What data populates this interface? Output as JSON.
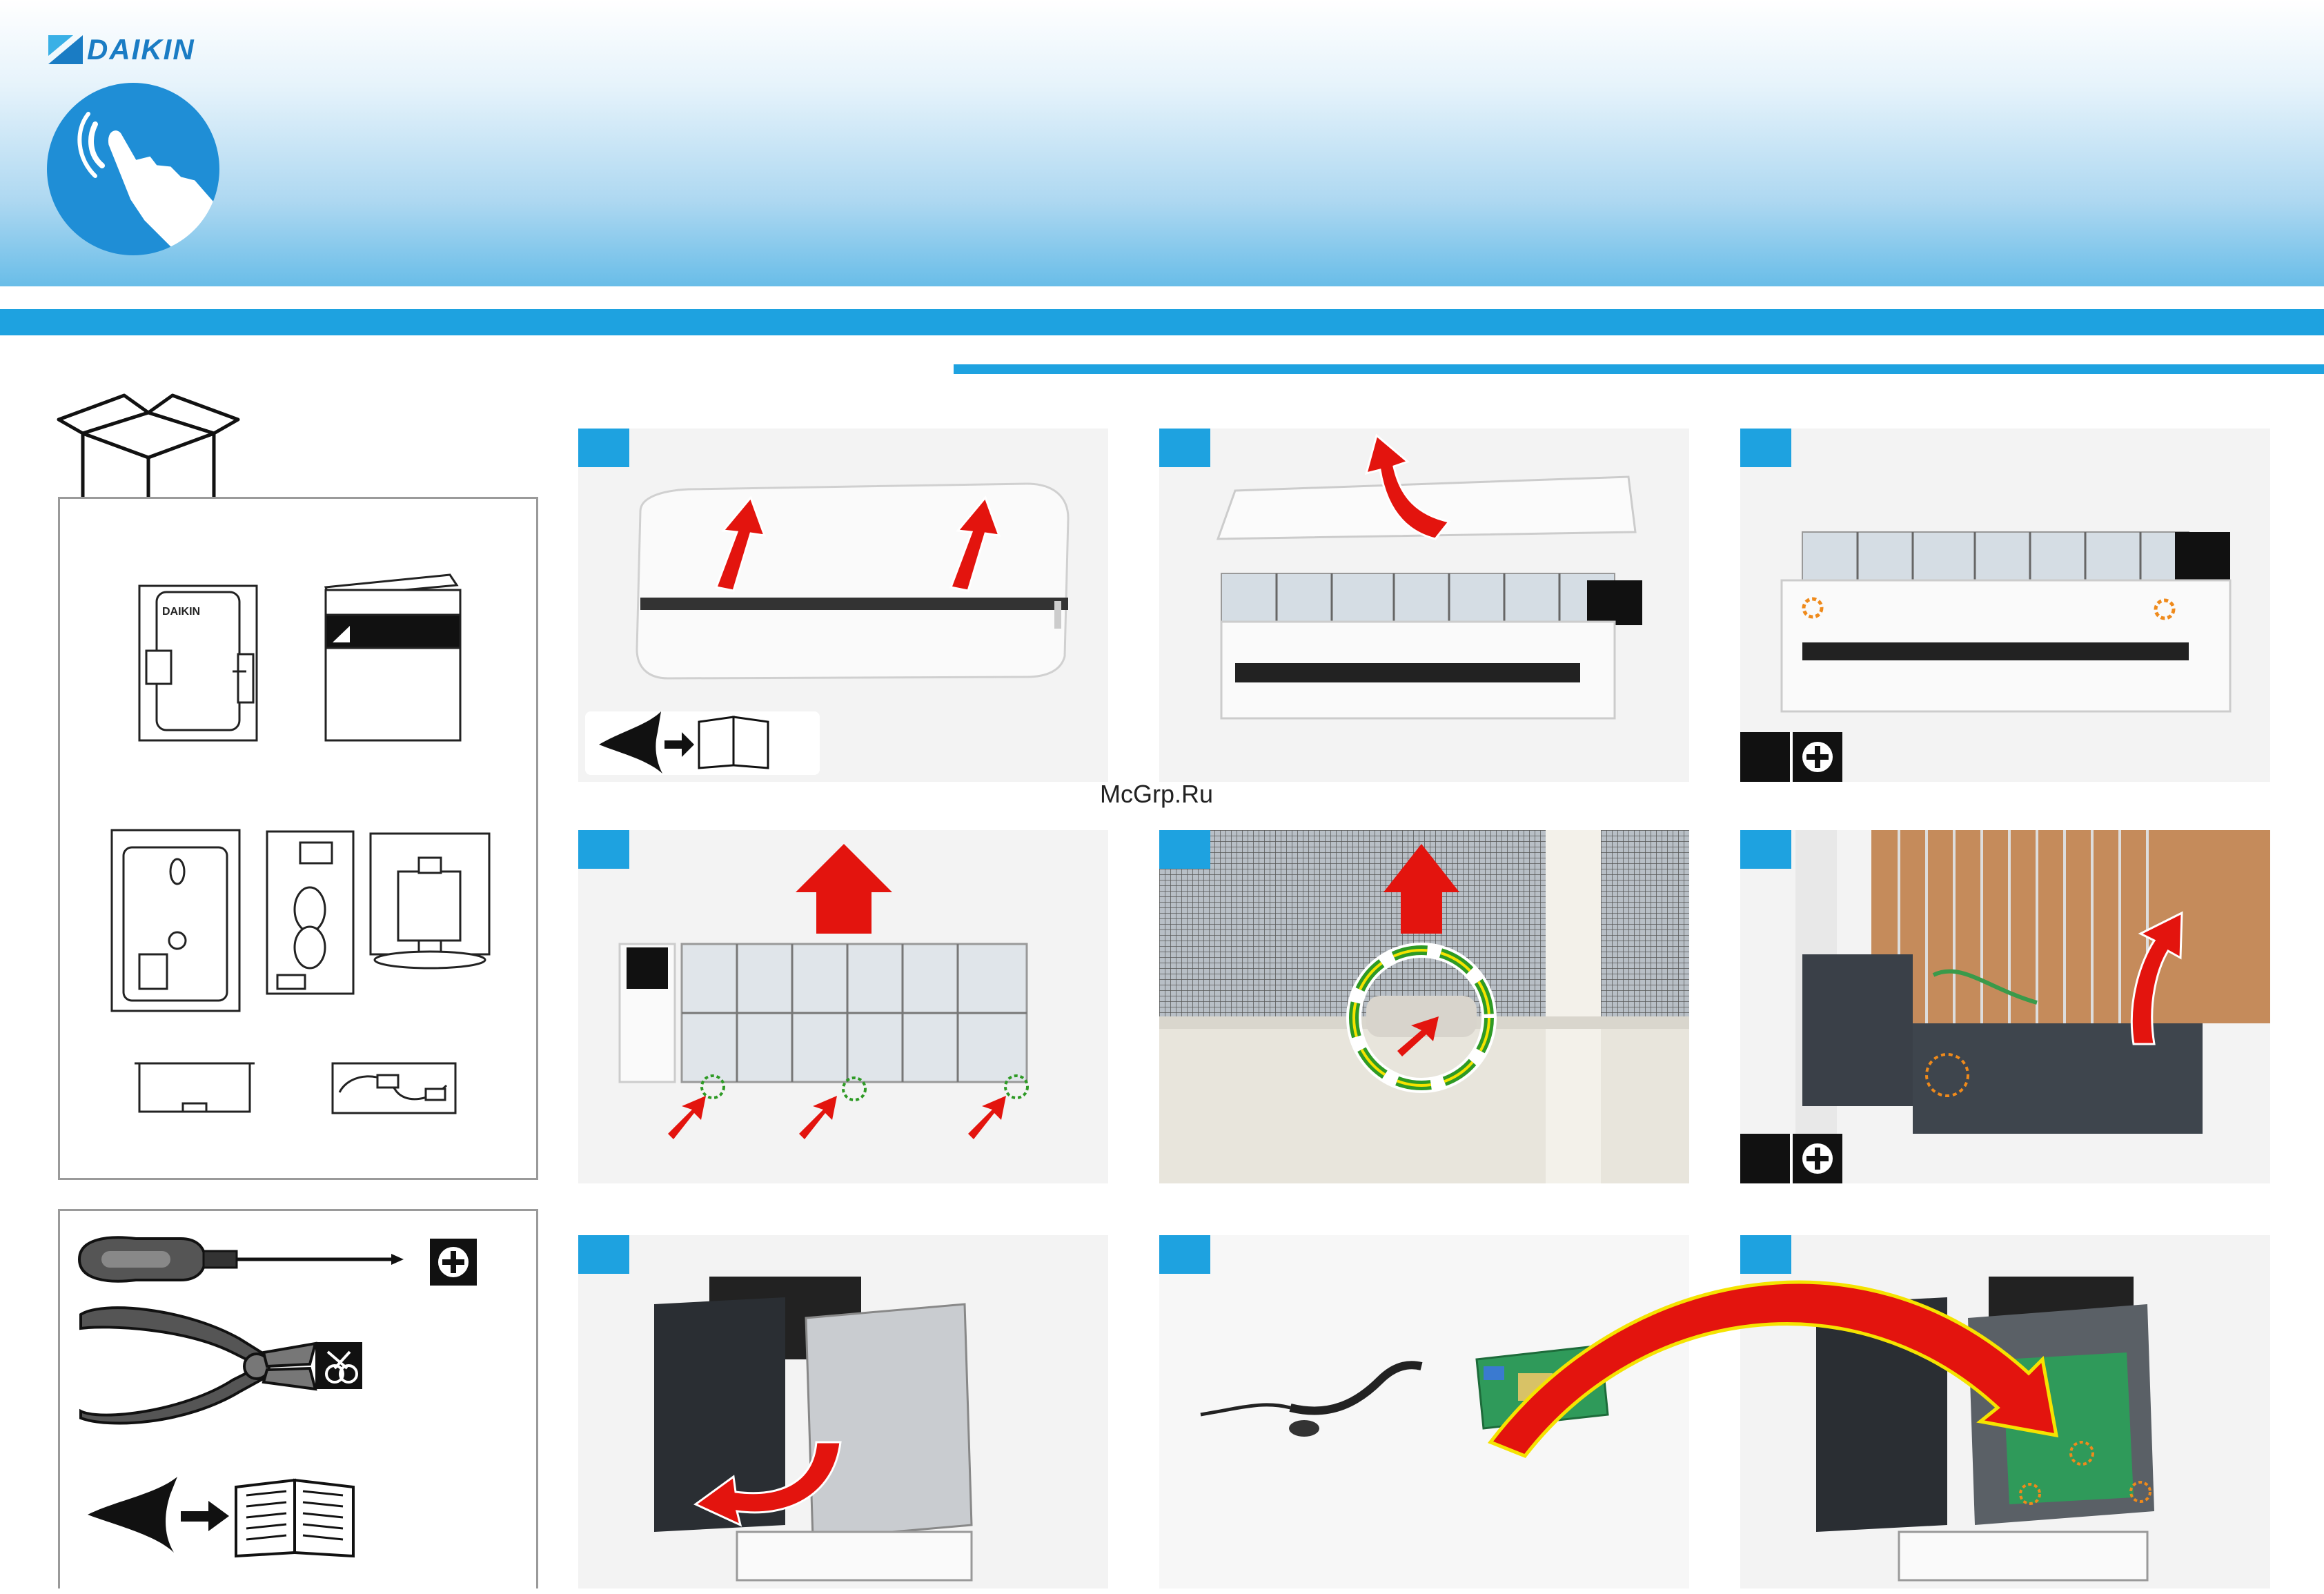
{
  "brand": {
    "logo_text": "DAIKIN",
    "accent_color": "#1ea2e0",
    "logo_color": "#1a7cc4",
    "arrow_color": "#e3140e",
    "highlight_green": "#2e9a25",
    "highlight_orange": "#ef8a1b"
  },
  "header": {
    "touch_icon": "touch-hand-icon"
  },
  "parts_kit": {
    "box_icon": "open-box-icon",
    "items": [
      {
        "name": "wireless-adapter",
        "label": "DAIKIN"
      },
      {
        "name": "installation-manual",
        "label": ""
      },
      {
        "name": "adapter-cover",
        "label": ""
      },
      {
        "name": "cable-bundle",
        "label": ""
      },
      {
        "name": "cable-mount-plate",
        "label": ""
      },
      {
        "name": "bracket",
        "label": ""
      },
      {
        "name": "connection-cable",
        "label": ""
      }
    ]
  },
  "tools": [
    {
      "icon": "phillips-screwdriver-icon",
      "badge_icon": "phillips-head-icon"
    },
    {
      "icon": "side-cutter-pliers-icon",
      "badge_icon": "cut-icon"
    },
    {
      "icon": "eye-read-manual-icon",
      "badge_icon": "open-book-icon"
    }
  ],
  "watermark": "McGrp.Ru",
  "steps": [
    {
      "id": 1,
      "description_icon": "lift-front-panel",
      "badge": "eye-read-manual-icon"
    },
    {
      "id": 2,
      "description_icon": "remove-front-panel",
      "badge": ""
    },
    {
      "id": 3,
      "description_icon": "unscrew-two-screws",
      "badge": "phillips-head-icon"
    },
    {
      "id": 4,
      "description_icon": "remove-air-filters",
      "badge": ""
    },
    {
      "id": 5,
      "description_icon": "push-filter-tab",
      "badge": ""
    },
    {
      "id": 6,
      "description_icon": "remove-electrical-box-cover",
      "badge": "phillips-head-icon"
    },
    {
      "id": 7,
      "description_icon": "open-control-box-lid",
      "badge": ""
    },
    {
      "id": 8,
      "description_icon": "wireless-adapter-pcb",
      "badge": ""
    },
    {
      "id": 9,
      "description_icon": "mount-pcb-with-screws",
      "badge": ""
    }
  ]
}
